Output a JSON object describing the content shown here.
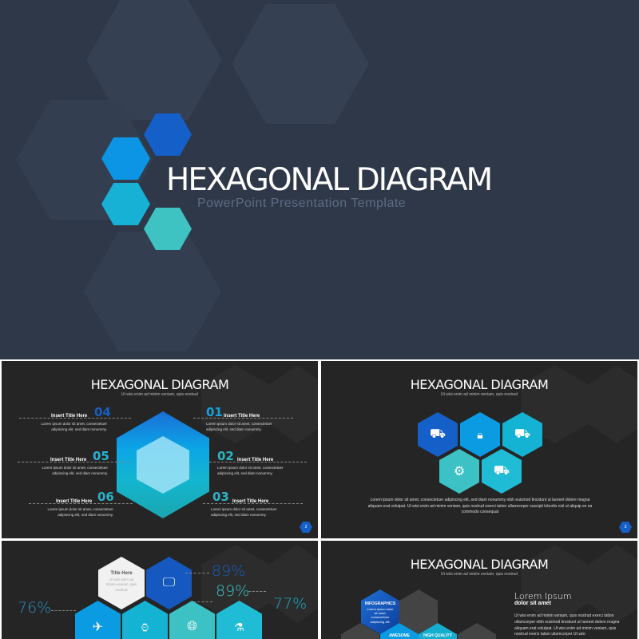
{
  "cover": {
    "title": "HEXAGONAL DIAGRAM",
    "subtitle": "PowerPoint Presentation Template"
  },
  "slide2": {
    "title": "HEXAGONAL DIAGRAM",
    "subtitle": "Ut wisi enim ad minim veniam, quis nostrud",
    "page": "2",
    "items": [
      {
        "num": "01",
        "title": "Insert Title Here",
        "desc": "Lorem ipsum dolor sit amet, consectetuer adipiscing elit, sed diam nonummy."
      },
      {
        "num": "02",
        "title": "Insert Title Here",
        "desc": "Lorem ipsum dolor sit amet, consectetuer adipiscing elit, sed diam nonummy."
      },
      {
        "num": "03",
        "title": "Insert Title Here",
        "desc": "Lorem ipsum dolor sit amet, consectetuer adipiscing elit, sed diam nonummy."
      },
      {
        "num": "04",
        "title": "Insert Title Here",
        "desc": "Lorem ipsum dolor sit amet, consectetuer adipiscing elit, sed diam nonummy."
      },
      {
        "num": "05",
        "title": "Insert Title Here",
        "desc": "Lorem ipsum dolor sit amet, consectetuer adipiscing elit, sed diam nonummy."
      },
      {
        "num": "06",
        "title": "Insert Title Here",
        "desc": "Lorem ipsum dolor sit amet, consectetuer adipiscing elit, sed diam nonummy."
      }
    ]
  },
  "slide3": {
    "title": "HEXAGONAL DIAGRAM",
    "subtitle": "Ut wisi enim ad minim veniam, quis nostrud",
    "page": "3",
    "body": "Lorem ipsum dolor sit amet, consectetuer adipiscing elit, sed diam nonummy nibh euismod tincidunt ut laoreet dolore magna aliquam erat volutpat. Ut wisi enim ad minim veniam, quis nostrud exerci tation ullamcorper suscipit lobortis nisl ut aliquip ex ea commodo consequat",
    "icons": [
      "cement-mixer-icon",
      "lock-icon",
      "dump-truck-icon",
      "gear-icon",
      "crane-truck-icon"
    ]
  },
  "slide4": {
    "card_title": "Title Here",
    "card_text": "Ut wisi enim ad minim veniam, quis nostrud",
    "pct_monitor": "89%",
    "pct_globe": "89%",
    "pct_flask": "77%",
    "pct_plane": "76%"
  },
  "slide5": {
    "title": "HEXAGONAL DIAGRAM",
    "subtitle": "Ut wisi enim ad minim veniam, quis nostrud",
    "hex1_title": "INFOGRAPHICS",
    "hex1_text": "Lorem ipsum dolor sit amet, consectetuer adipiscing elit.",
    "hex2_title": "AWESOME",
    "hex3_title": "HIGH QUALITY",
    "heading": "Lorem Ipsum",
    "subheading": "dolor sit amet",
    "body": "Ut wisi enim ad minim veniam, quis nostrud exerci tation ullamcorper nibh euismod tincidunt ut laoreet dolore magna aliquam erat volutpat. Ut wisi enim ad minim veniam, quis nostrud exerci tation ullamcorper Ut wisi"
  },
  "colors": {
    "dark_blue": "#1558c0",
    "blue": "#0a9be3",
    "cyan": "#14b3d4",
    "teal": "#3cc2c4",
    "cover_bg": "#2d3748",
    "slide_bg": "#252525"
  }
}
